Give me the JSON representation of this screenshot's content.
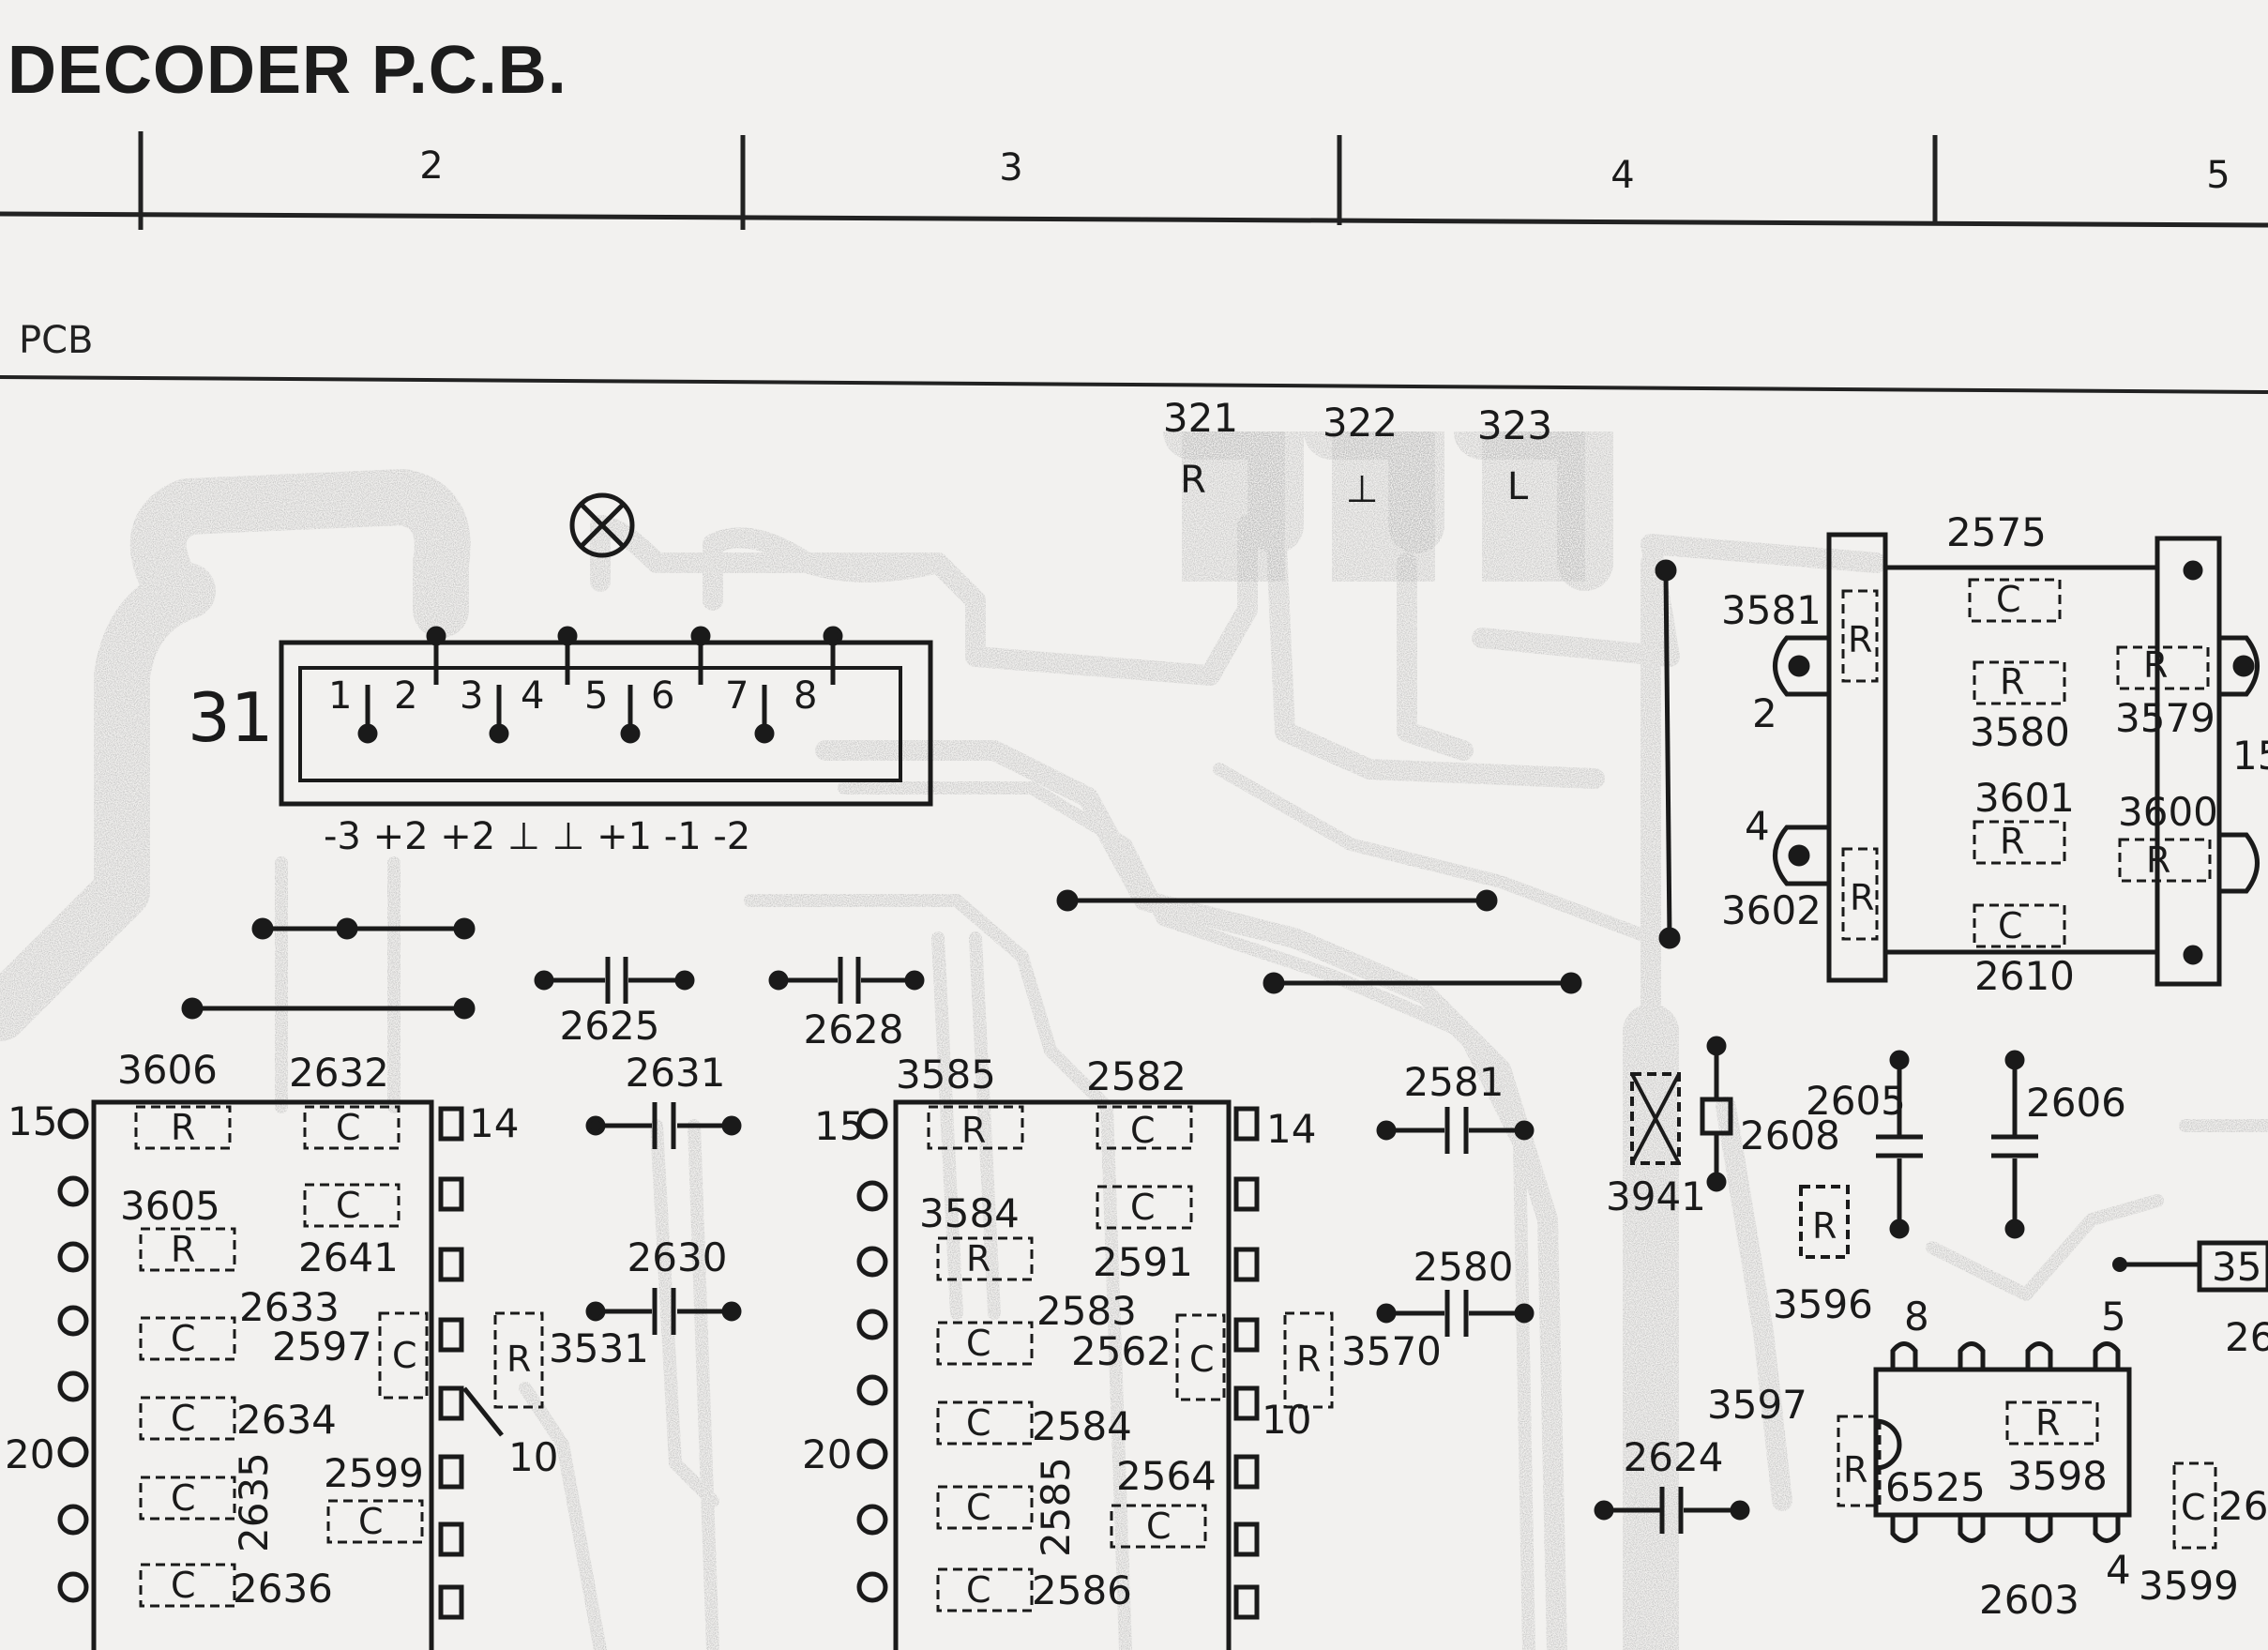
{
  "title": "DECODER P.C.B.",
  "section_label": "PCB",
  "ruler": [
    "2",
    "3",
    "4",
    "5"
  ],
  "connectors": {
    "c321": {
      "num": "321",
      "sub": "R"
    },
    "c322": {
      "num": "322",
      "sub": "⊥"
    },
    "c323": {
      "num": "323",
      "sub": "L"
    }
  },
  "connector31": {
    "id": "31",
    "pins": [
      "1",
      "2",
      "3",
      "4",
      "5",
      "6",
      "7",
      "8"
    ],
    "voltages": "-3 +2 +2 ⊥ ⊥ +1 -1 -2"
  },
  "ic_left": {
    "pins": {
      "p15": "15",
      "p14": "14",
      "p20": "20",
      "p10": "10"
    },
    "parts": [
      "3606",
      "2632",
      "3605",
      "2641",
      "2633",
      "2597",
      "2634",
      "2599",
      "2635",
      "2636",
      "3531"
    ]
  },
  "ic_mid": {
    "pins": {
      "p15": "15",
      "p14": "14",
      "p20": "20",
      "p10": "10"
    },
    "parts": [
      "3585",
      "2582",
      "3584",
      "2591",
      "2583",
      "2562",
      "2584",
      "2564",
      "2585",
      "2586",
      "3570"
    ]
  },
  "capacitors": [
    "2625",
    "2628",
    "2631",
    "2630",
    "2581",
    "2580",
    "2624",
    "2605",
    "2606",
    "2608",
    "2575",
    "2610",
    "2603"
  ],
  "resistors": [
    "3581",
    "3580",
    "3579",
    "3601",
    "3600",
    "3602",
    "3596",
    "3597",
    "3598",
    "3599",
    "3941"
  ],
  "right_block": {
    "pin2": "2",
    "pin4": "4",
    "partial": "15"
  },
  "ic6525": {
    "id": "6525",
    "pin8": "8",
    "pin5": "5",
    "pin4": "4"
  },
  "edge_partials": [
    "35",
    "26",
    "26"
  ],
  "component_letters": {
    "R": "R",
    "C": "C"
  }
}
